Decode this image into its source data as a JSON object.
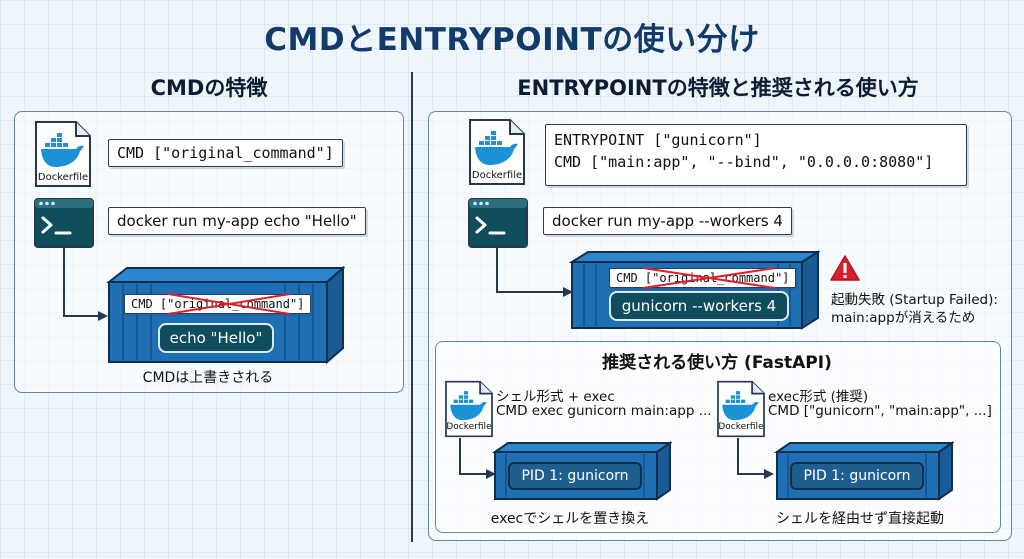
{
  "page_title": "CMDとENTRYPOINTの使い分け",
  "left": {
    "heading": "CMDの特徴",
    "dockerfile_label": "Dockerfile",
    "cmd_line": "CMD [\"original_command\"]",
    "run_command": "docker run my-app echo \"Hello\"",
    "terminal_prompt": ">_",
    "container_struck": "CMD [\"original_command\"]",
    "container_active": "echo \"Hello\"",
    "caption": "CMDは上書きされる"
  },
  "right": {
    "heading": "ENTRYPOINTの特徴と推奨される使い方",
    "dockerfile_label": "Dockerfile",
    "entrypoint_line": "ENTRYPOINT [\"gunicorn\"]",
    "cmd_line": "CMD [\"main:app\", \"--bind\", \"0.0.0.0:8080\"]",
    "run_command": "docker run my-app --workers 4",
    "terminal_prompt": ">_",
    "container_struck": "CMD [\"original_command\"]",
    "container_active": "gunicorn --workers 4",
    "warning_line1": "起動失敗 (Startup Failed):",
    "warning_line2": "main:appが消えるため",
    "recommended": {
      "heading": "推奨される使い方 (FastAPI)",
      "shell": {
        "title": "シェル形式 + exec",
        "cmd": "CMD exec gunicorn main:app ...",
        "dockerfile_label": "Dockerfile",
        "pid": "PID 1: gunicorn",
        "caption": "execでシェルを置き換え"
      },
      "exec": {
        "title": "exec形式 (推奨)",
        "cmd": "CMD [\"gunicorn\", \"main:app\", ...]",
        "dockerfile_label": "Dockerfile",
        "pid": "PID 1: gunicorn",
        "caption": "シェルを経由せず直接起動"
      }
    }
  },
  "colors": {
    "title": "#123a6b",
    "docker_blue": "#1d91d6",
    "container_blue": "#1f6fb5",
    "strike_red": "#e0202a",
    "warning_red": "#d81e26",
    "terminal_bg": "#0f4c5c",
    "pill_dark": "#0f4c5c"
  },
  "icons": [
    "docker-whale-icon",
    "dockerfile-icon",
    "terminal-icon",
    "container-icon",
    "warning-icon",
    "arrow-icon"
  ]
}
